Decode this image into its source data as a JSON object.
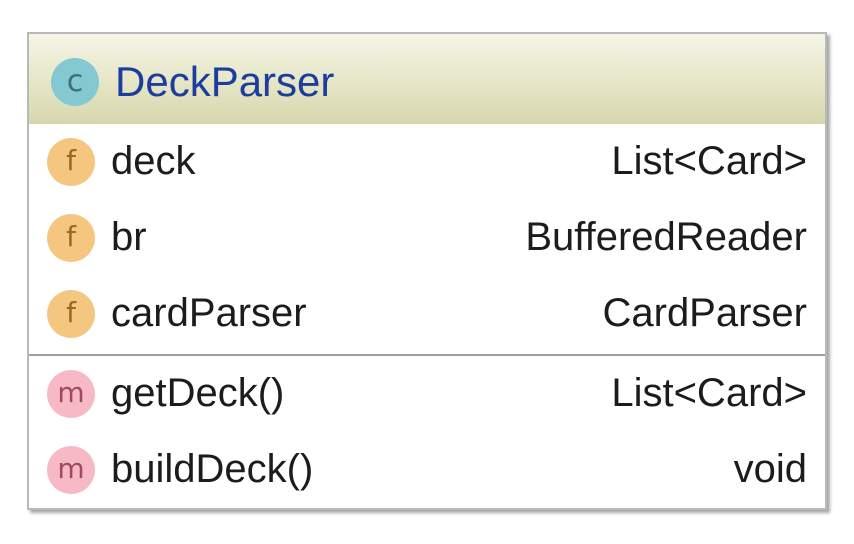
{
  "class": {
    "icon_letter": "c",
    "icon_color": "#84c8d2",
    "name": "DeckParser",
    "name_color": "#1a3d9e",
    "header_color": "#e7e7c9"
  },
  "fields": [
    {
      "icon_letter": "f",
      "name": "deck",
      "type": "List<Card>"
    },
    {
      "icon_letter": "f",
      "name": "br",
      "type": "BufferedReader"
    },
    {
      "icon_letter": "f",
      "name": "cardParser",
      "type": "CardParser"
    }
  ],
  "methods": [
    {
      "icon_letter": "m",
      "name": "getDeck()",
      "type": "List<Card>"
    },
    {
      "icon_letter": "m",
      "name": "buildDeck()",
      "type": "void"
    }
  ],
  "colors": {
    "field_icon": "#f5c680",
    "method_icon": "#f7b9c6"
  }
}
